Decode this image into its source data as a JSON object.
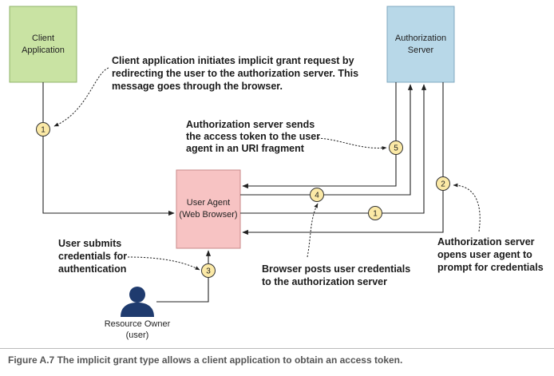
{
  "nodes": {
    "client": {
      "line1": "Client",
      "line2": "Application",
      "fill": "#c9e3a3",
      "stroke": "#8fb36a"
    },
    "auth_server": {
      "line1": "Authorization",
      "line2": "Server",
      "fill": "#b8d8e8",
      "stroke": "#7fa8c0"
    },
    "user_agent": {
      "line1": "User Agent",
      "line2": "(Web Browser)",
      "fill": "#f7c3c3",
      "stroke": "#c98a8a"
    },
    "resource_owner": {
      "line1": "Resource Owner",
      "line2": "(user)",
      "icon_color": "#1f3b6e"
    }
  },
  "badges": {
    "b1a": "1",
    "b1b": "1",
    "b2": "2",
    "b3": "3",
    "b4": "4",
    "b5": "5",
    "fill": "#fbe9a6",
    "stroke": "#333333"
  },
  "notes": {
    "client_initiates": [
      "Client application initiates implicit grant request by",
      "redirecting the user to the authorization server. This",
      "message goes through the browser."
    ],
    "auth_sends_token": [
      "Authorization server sends",
      "the access token to the user",
      "agent in an URI fragment"
    ],
    "user_submits": [
      "User submits",
      "credentials for",
      "authentication"
    ],
    "browser_posts": [
      "Browser posts user credentials",
      "to the authorization server"
    ],
    "auth_opens": [
      "Authorization server",
      "opens user agent to",
      "prompt for credentials"
    ]
  },
  "caption": "Figure A.7    The implicit grant type allows a client application to obtain an access token."
}
